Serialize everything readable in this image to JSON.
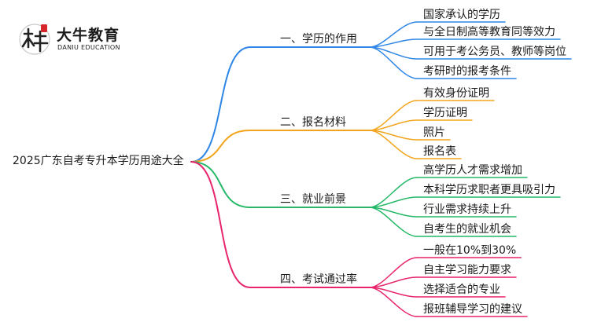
{
  "logo": {
    "name_cn": "大牛教育",
    "name_en": "DANIU EDUCATION"
  },
  "root": "2025广东自考专升本学历用途大全",
  "branches": [
    {
      "label": "一、学历的作用",
      "color": "#2f86e6",
      "children": [
        "国家承认的学历",
        "与全日制高等教育同等效力",
        "可用于考公务员、教师等岗位",
        "考研时的报考条件"
      ]
    },
    {
      "label": "二、报名材料",
      "color": "#f2a51c",
      "children": [
        "有效身份证明",
        "学历证明",
        "照片",
        "报名表"
      ]
    },
    {
      "label": "三、就业前景",
      "color": "#24b867",
      "children": [
        "高学历人才需求增加",
        "本科学历求职者更具吸引力",
        "行业需求持续上升",
        "自考生的就业机会"
      ]
    },
    {
      "label": "四、考试通过率",
      "color": "#e8246c",
      "children": [
        "一般在10%到30%",
        "自主学习能力要求",
        "选择适合的专业",
        "报班辅导学习的建议"
      ]
    }
  ]
}
